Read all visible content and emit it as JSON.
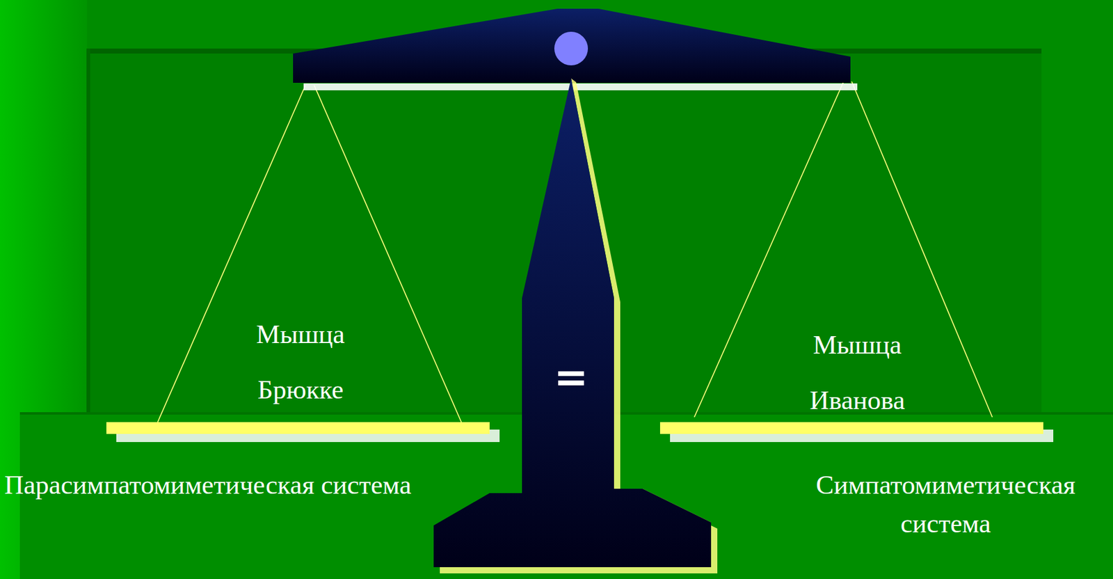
{
  "diagram": {
    "labels": [
      "Мышца Брюкке",
      "Мышца Иванова",
      "=",
      "Парасимпатомиметическая система",
      "Симпатомиметическая система"
    ]
  }
}
